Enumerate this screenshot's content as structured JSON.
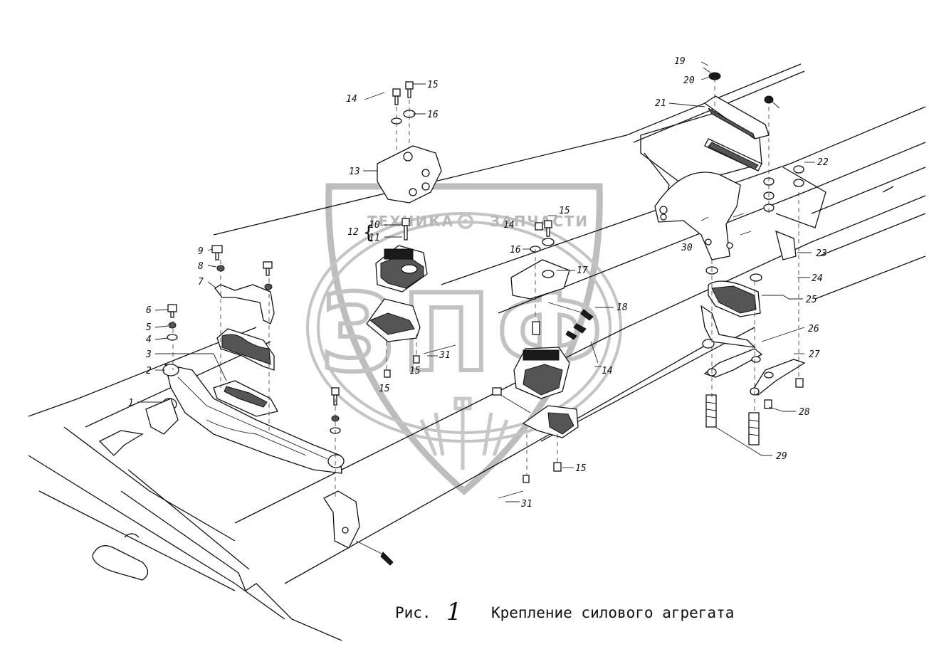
{
  "watermark": {
    "text_left": "ТЕХНИКА",
    "text_right": "ЗАПЧАСТИ",
    "logo_letters": "ЗПФ",
    "gear_icon": "gear-icon"
  },
  "caption": {
    "fig_label": "Рис.",
    "fig_number": "1",
    "title": "Крепление силового агрегата"
  },
  "callouts": {
    "c1": "1",
    "c2": "2",
    "c3": "3",
    "c4": "4",
    "c5": "5",
    "c6": "6",
    "c7": "7",
    "c8": "8",
    "c9": "9",
    "c10": "10",
    "c11": "11",
    "c12": "12",
    "c13": "13",
    "c14a": "14",
    "c14b": "14",
    "c14c": "14",
    "c15a": "15",
    "c15b": "15",
    "c15c": "15",
    "c15d": "15",
    "c15e": "15",
    "c16a": "16",
    "c16b": "16",
    "c17": "17",
    "c18": "18",
    "c19": "19",
    "c20": "20",
    "c21": "21",
    "c22": "22",
    "c23": "23",
    "c24": "24",
    "c25": "25",
    "c26": "26",
    "c27": "27",
    "c28": "28",
    "c29": "29",
    "c30": "30",
    "c31a": "31",
    "c31b": "31"
  }
}
